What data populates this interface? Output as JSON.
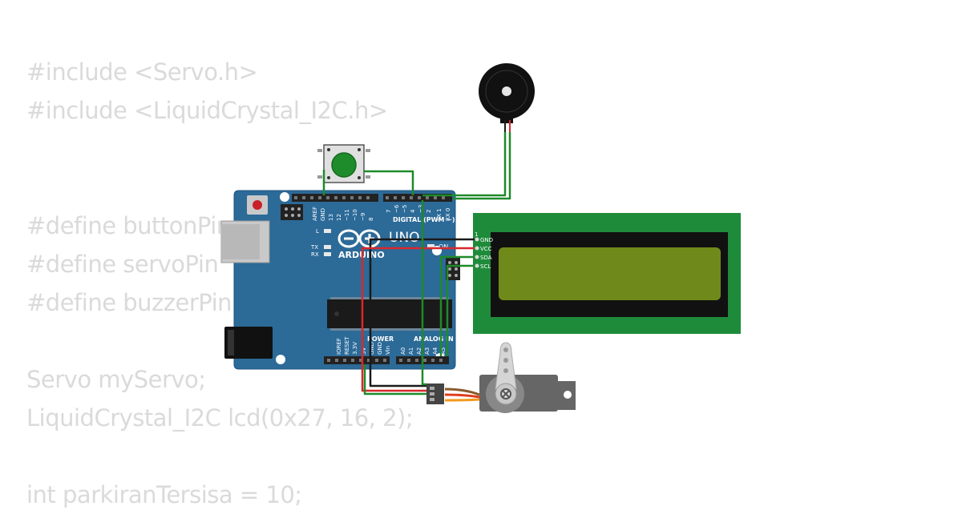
{
  "code_lines": [
    "#include <Servo.h>",
    "#include <LiquidCrystal_I2C.h>",
    "",
    "",
    "#define buttonPin",
    "#define servoPin",
    "#define buzzerPin",
    "",
    "Servo myServo;",
    "LiquidCrystal_I2C lcd(0x27, 16, 2);",
    "",
    "int parkiranTersisa = 10;"
  ],
  "arduino": {
    "brand": "ARDUINO",
    "model": "UNO",
    "digital_label": "DIGITAL (PWM ~)",
    "power_label": "POWER",
    "analog_label": "ANALOG IN",
    "on_label": "ON",
    "l_label": "L",
    "tx_label": "TX",
    "rx_label": "RX",
    "digital_pins": [
      "AREF",
      "GND",
      "13",
      "12",
      "~11",
      "~10",
      "~9",
      "8",
      "7",
      "~6",
      "~5",
      "4",
      "~3",
      "2",
      "TX 1",
      "RX 0"
    ],
    "power_pins": [
      "IOREF",
      "RESET",
      "3.3V",
      "5V",
      "GND",
      "GND",
      "Vin"
    ],
    "analog_pins": [
      "A0",
      "A1",
      "A2",
      "A3",
      "A4",
      "A5"
    ]
  },
  "lcd": {
    "pins": [
      "GND",
      "VCC",
      "SDA",
      "SCL"
    ],
    "pin1_marker": "1"
  },
  "colors": {
    "board": "#2c6a98",
    "lcd_pcb": "#1e8b3a",
    "lcd_screen": "#6f8a1a",
    "wire_green": "#1f8a2a",
    "wire_red": "#d8282c",
    "wire_black": "#1a1a1a",
    "button_cap": "#1f8c2c",
    "servo_body": "#666666",
    "code_text": "#dadada"
  }
}
